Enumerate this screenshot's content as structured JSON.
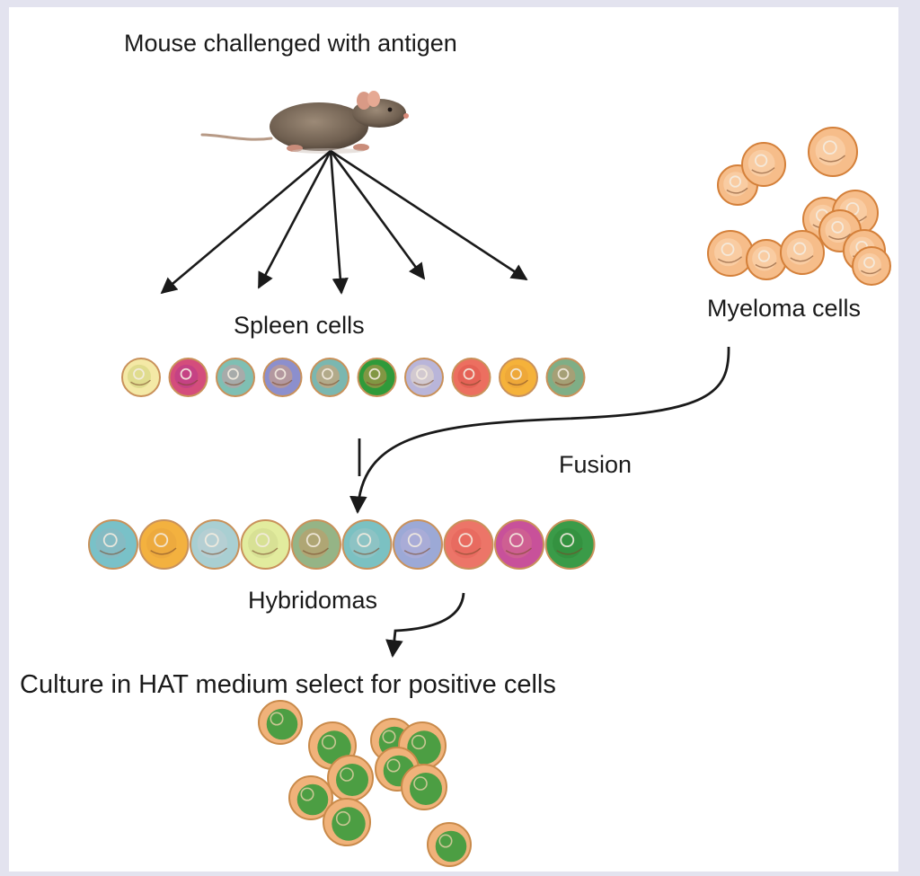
{
  "labels": {
    "title": "Mouse challenged with antigen",
    "spleen": "Spleen cells",
    "myeloma": "Myeloma cells",
    "fusion": "Fusion",
    "hybridomas": "Hybridomas",
    "culture": "Culture in HAT medium select for positive cells"
  },
  "colors": {
    "background": "#e3e3ef",
    "panel": "#ffffff",
    "arrow": "#1a1a1a",
    "myeloma_fill": "#f6bd8a",
    "myeloma_stroke": "#d4803a",
    "positive_green": "#2f9a3a",
    "positive_ring": "#f0b27a"
  },
  "icons": {
    "mouse": "mouse-icon",
    "myeloma": "myeloma-cell-icon",
    "spleen": "spleen-cell-icon",
    "hybridoma": "hybridoma-cell-icon",
    "positive": "positive-cell-icon"
  },
  "spleen_cells": [
    {
      "fill": "#f4e9a6",
      "inner": "#cfd27a"
    },
    {
      "fill": "#d44d7c",
      "inner": "#b83a8a"
    },
    {
      "fill": "#7fbfb3",
      "inner": "#c89aa2"
    },
    {
      "fill": "#8c8fcd",
      "inner": "#d4a17a"
    },
    {
      "fill": "#7ab7b0",
      "inner": "#e0a06c"
    },
    {
      "fill": "#2f9a3a",
      "inner": "#c4964a"
    },
    {
      "fill": "#b9b5d9",
      "inner": "#e8d8c8"
    },
    {
      "fill": "#ec6f60",
      "inner": "#e0584e"
    },
    {
      "fill": "#f5b23a",
      "inner": "#e8a038"
    },
    {
      "fill": "#7fae86",
      "inner": "#c4966a"
    }
  ],
  "hybridomas": [
    {
      "fill": "#79c1c8",
      "inner": "#8fb6c0"
    },
    {
      "fill": "#f3b13f",
      "inner": "#e8a43e"
    },
    {
      "fill": "#a9cfd2",
      "inner": "#c0d0d4"
    },
    {
      "fill": "#e2ec9e",
      "inner": "#d0d88e"
    },
    {
      "fill": "#95b486",
      "inner": "#c49a66"
    },
    {
      "fill": "#7bc1c2",
      "inner": "#9cc4c6"
    },
    {
      "fill": "#9ca9d6",
      "inner": "#b4aed8"
    },
    {
      "fill": "#ec7568",
      "inner": "#e6625a"
    },
    {
      "fill": "#c8519a",
      "inner": "#d46c8c"
    },
    {
      "fill": "#3a9b48",
      "inner": "#2f8a3a"
    }
  ]
}
